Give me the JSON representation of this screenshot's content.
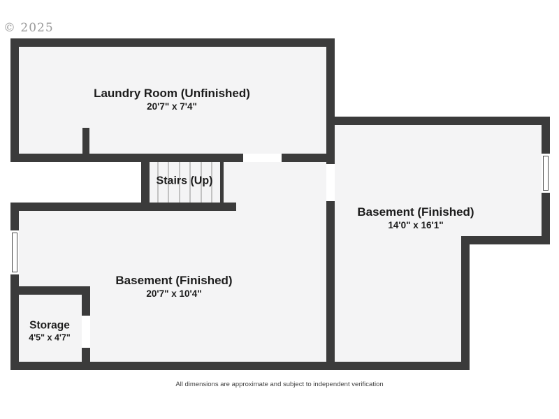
{
  "watermark": "© 2025",
  "disclaimer": "All dimensions are approximate and subject to independent verification",
  "rooms": {
    "laundry": {
      "name": "Laundry Room (Unfinished)",
      "dims": "20'7\" x 7'4\""
    },
    "stairs": {
      "name": "Stairs (Up)"
    },
    "basement_right": {
      "name": "Basement (Finished)",
      "dims": "14'0\" x 16'1\""
    },
    "basement_center": {
      "name": "Basement (Finished)",
      "dims": "20'7\" x 10'4\""
    },
    "storage": {
      "name": "Storage",
      "dims": "4'5\" x 4'7\""
    }
  },
  "colors": {
    "wall": "#3b3b3b",
    "floor": "#f4f4f5",
    "text": "#1c1c1c",
    "watermark": "#9b9b9b",
    "tread": "#c2c2c2",
    "disclaimer": "#3f3f3f",
    "bg": "#ffffff",
    "door": "#ffffff"
  }
}
